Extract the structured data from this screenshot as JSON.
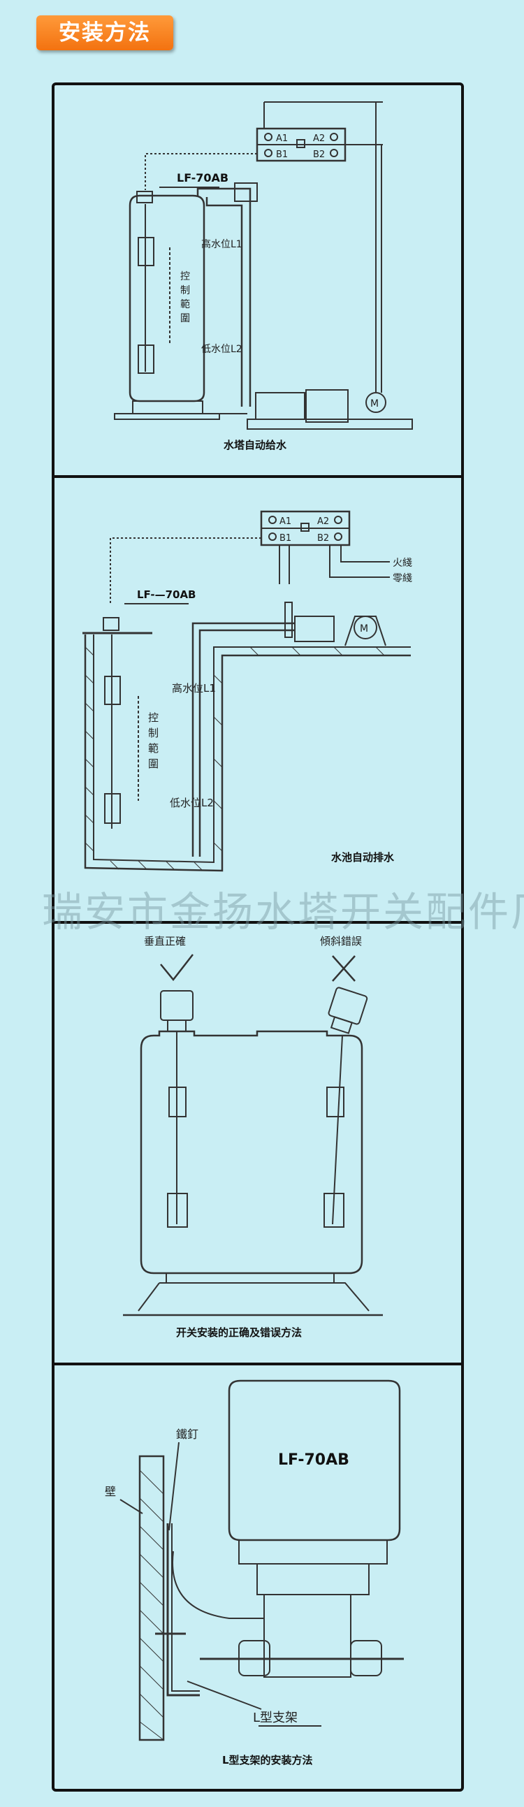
{
  "header": {
    "title": "安装方法"
  },
  "watermark": "瑞安市金扬水塔开关配件厂",
  "panels": [
    {
      "caption": "水塔自动给水",
      "model": "LF-70AB",
      "terminals": [
        "A1",
        "A2",
        "B1",
        "B2"
      ],
      "high_level": "高水位L1",
      "low_level": "低水位L2",
      "control_range": [
        "控",
        "制",
        "範",
        "圍"
      ],
      "motor": "M"
    },
    {
      "caption": "水池自动排水",
      "model": "LF-—70AB",
      "terminals": [
        "A1",
        "A2",
        "B1",
        "B2"
      ],
      "live_wire": "火綫",
      "neutral_wire": "零綫",
      "high_level": "高水位L1",
      "low_level": "低水位L2",
      "control_range": [
        "控",
        "制",
        "範",
        "圍"
      ],
      "motor": "M"
    },
    {
      "caption": "开关安装的正确及错误方法",
      "correct": "垂直正確",
      "wrong": "傾斜錯誤"
    },
    {
      "caption": "L型支架的安装方法",
      "model": "LF-70AB",
      "nail": "鐵釘",
      "wall": "壁",
      "bracket": "L型支架"
    }
  ]
}
